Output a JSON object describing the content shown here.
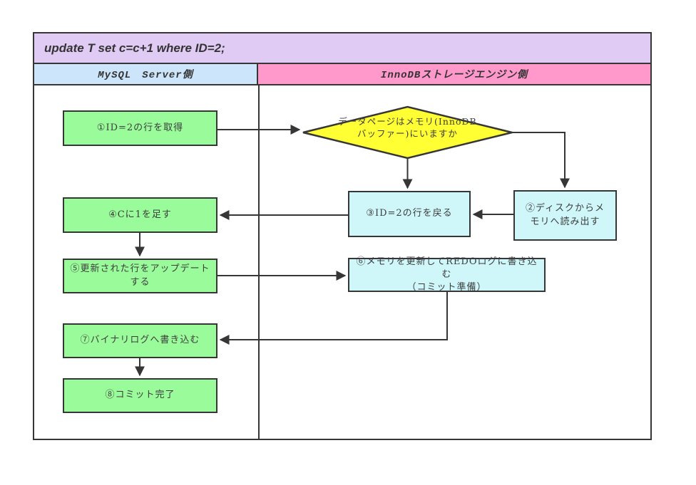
{
  "title_bar": {
    "sql_statement": "update T set c=c+1 where ID=2;"
  },
  "lane_headers": {
    "mysql_server": "MySQL　Server側",
    "innodb_engine": "InnoDBストレージエンジン側"
  },
  "nodes": {
    "step1": {
      "label": "①ID=2の行を取得"
    },
    "decision": {
      "line1": "データページはメモリ(InnoDB",
      "line2": "バッファー)にいますか"
    },
    "step2": {
      "label": "②ディスクからメモリへ読み出す"
    },
    "step3": {
      "label": "③ID=2の行を戻る"
    },
    "step4": {
      "label": "④Cに1を足す"
    },
    "step5": {
      "label": "⑤更新された行をアップデートする"
    },
    "step6": {
      "line1": "⑥メモリを更新してREDOログに書き込む",
      "line2": "（コミット準備）"
    },
    "step7": {
      "label": "⑦バイナリログへ書き込む"
    },
    "step8": {
      "label": "⑧コミット完了"
    }
  },
  "colors": {
    "frame_and_arrows": "#363636",
    "title_bg": "#E0CBF5",
    "mysql_header_bg": "#CCE5FA",
    "innodb_header_bg": "#FF99CC",
    "process_mysql_bg": "#99FB99",
    "process_innodb_bg": "#CFF7F9",
    "decision_bg": "#FFFF33"
  }
}
